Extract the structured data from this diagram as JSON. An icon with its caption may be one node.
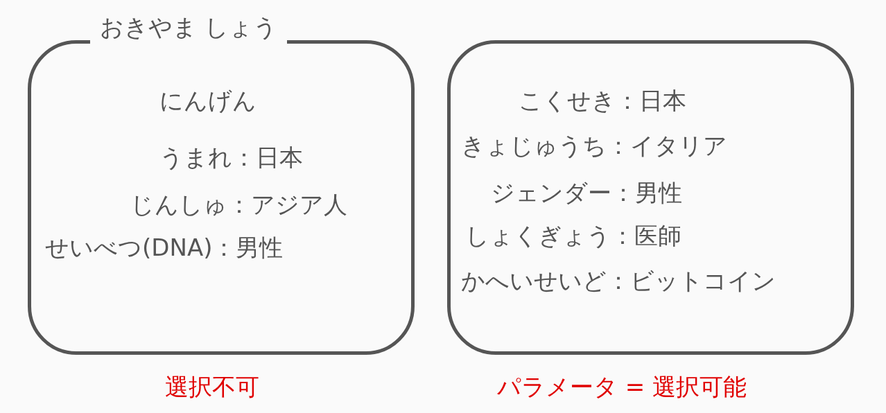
{
  "diagram": {
    "nodes": [
      {
        "text": [
          "おきやま しょう",
          "にんげん",
          "うまれ：日本",
          "じんしゅ：アジア人",
          "せいべつ(DNA)：男性"
        ],
        "beside": [
          "選択不可"
        ]
      },
      {
        "text": [
          "こくせき：日本",
          "きょじゅうち：イタリア",
          "ジェンダー：男性",
          "しょくぎょう：医師",
          "かへいせいど：ビットコイン"
        ],
        "beside": [
          "パラメータ = 選択可能"
        ]
      }
    ]
  }
}
